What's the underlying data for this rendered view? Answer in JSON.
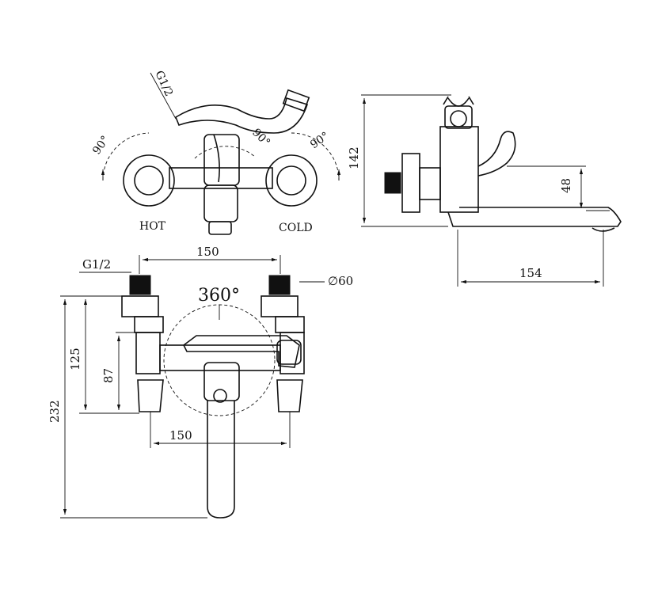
{
  "top_view": {
    "thread_label": "G1/2",
    "angle_left": "90°",
    "angle_center": "90°",
    "angle_right": "90°",
    "hot_label": "HOT",
    "cold_label": "COLD"
  },
  "side_view": {
    "height_label": "142",
    "offset_label": "48",
    "spout_label": "154"
  },
  "front_view": {
    "thread_label": "G1/2",
    "top_width_label": "150",
    "rotation_label": "360°",
    "flange_label": "∅60",
    "height_total_label": "232",
    "height_mid_label": "125",
    "height_low_label": "87",
    "bottom_width_label": "150"
  },
  "colors": {
    "line": "#111111",
    "background": "#ffffff"
  }
}
